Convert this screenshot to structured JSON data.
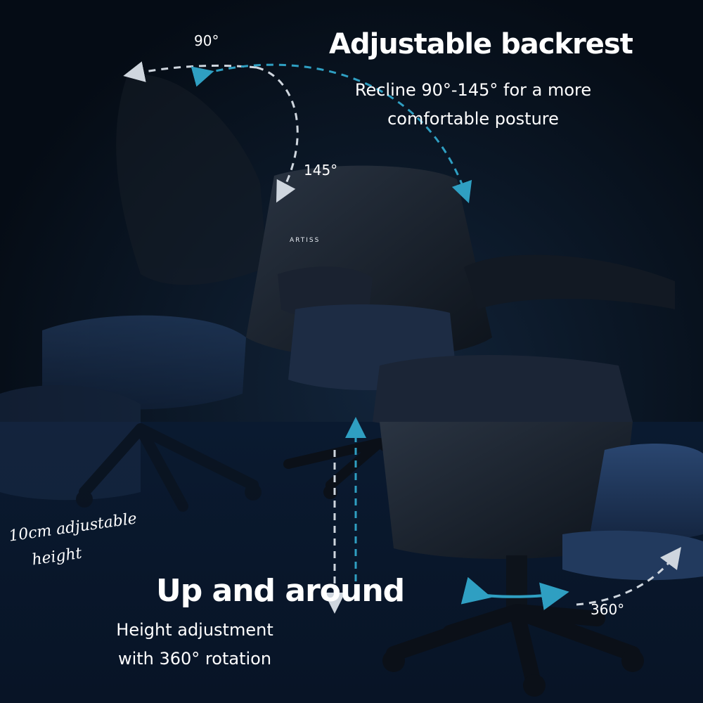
{
  "backrest": {
    "title": "Adjustable backrest",
    "line1": "Recline 90°-145° for a more",
    "line2": "comfortable posture",
    "angle_start": "90°",
    "angle_end": "145°"
  },
  "height": {
    "title": "Up and around",
    "line1": "Height adjustment",
    "line2": "with 360° rotation",
    "rotation": "360°",
    "note_line1": "10cm adjustable",
    "note_line2": "height"
  },
  "brand": "ARTISS",
  "colors": {
    "background": "#07111d",
    "accent": "#2f9fc2",
    "chair_dark": "#141b25",
    "chair_blue": "#1f3556",
    "text": "#ffffff"
  }
}
